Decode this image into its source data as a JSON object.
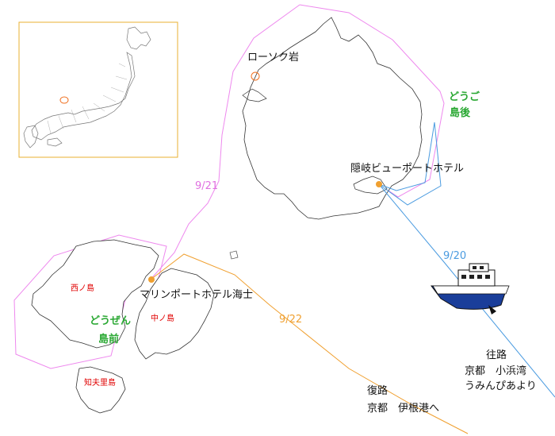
{
  "labels": {
    "rousoku": "ローソク岩",
    "dogo_a": "どうご",
    "dogo_b": "島後",
    "hotel_oki": "隠岐ビューポートホテル",
    "date_921": "9/21",
    "date_920": "9/20",
    "date_922": "9/22",
    "nishinoshima": "西ノ島",
    "nakanoshima": "中ノ島",
    "chiburishima": "知夫里島",
    "dozen_a": "どうぜん",
    "dozen_b": "島前",
    "hotel_ama": "マリンポートホテル海士",
    "outbound_title": "往路",
    "outbound_line1": "京都　小浜湾",
    "outbound_line2": "うみんぴあより",
    "return_title": "復路",
    "return_line1": "京都　伊根港へ"
  },
  "colors": {
    "pink_route": "#ee88ee",
    "orange_route": "#f0a030",
    "blue_route": "#4a9be0",
    "green_label": "#2aa833",
    "red_label": "#e00000",
    "inset_border": "#e8b030"
  },
  "icons": [
    "ferry-icon",
    "hotel-marker",
    "location-marker"
  ]
}
